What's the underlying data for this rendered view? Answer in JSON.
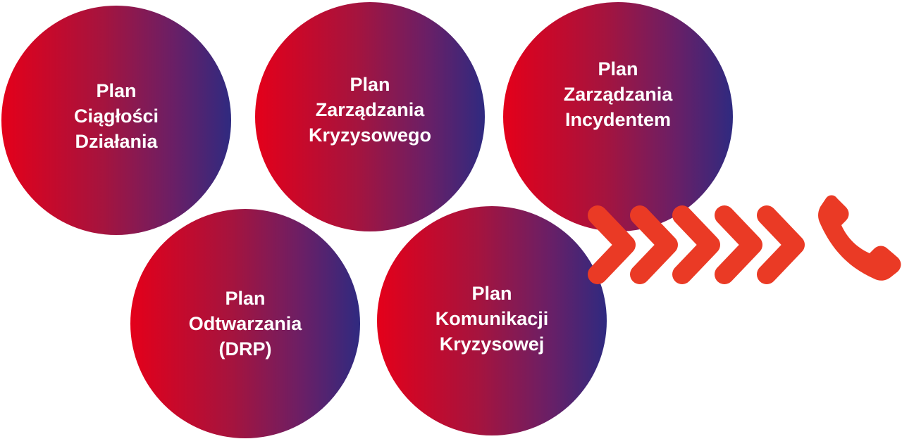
{
  "circles": [
    {
      "lines": [
        "Plan",
        "Ciągłości",
        "Działania"
      ]
    },
    {
      "lines": [
        "Plan",
        "Zarządzania",
        "Kryzysowego"
      ]
    },
    {
      "lines": [
        "Plan",
        "Zarządzania",
        "Incydentem"
      ]
    },
    {
      "lines": [
        "Plan",
        "Odtwarzania",
        "(DRP)"
      ]
    },
    {
      "lines": [
        "Plan",
        "Komunikacji",
        "Kryzysowej"
      ]
    }
  ],
  "colors": {
    "gradient_start": "#e4001a",
    "gradient_end": "#2f2a80",
    "arrow": "#ea3a25",
    "text": "#ffffff"
  },
  "icons": {
    "chevrons": "chevron-right-icon",
    "phone": "phone-icon"
  }
}
